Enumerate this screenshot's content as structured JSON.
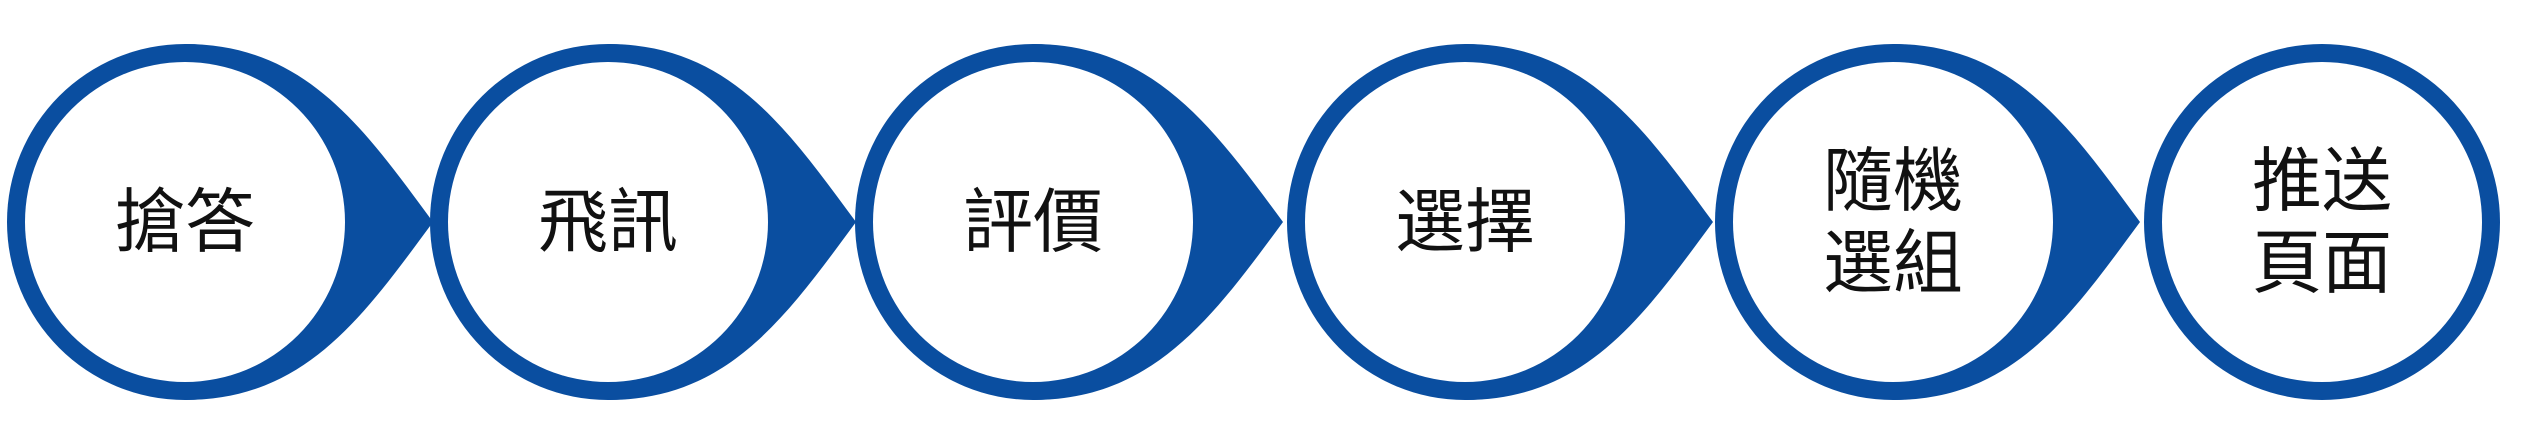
{
  "colors": {
    "accent": "#0a4ea0",
    "circle_fill": "#ffffff",
    "text": "#111111"
  },
  "steps": [
    {
      "lines": [
        "搶答"
      ]
    },
    {
      "lines": [
        "飛訊"
      ]
    },
    {
      "lines": [
        "評價"
      ]
    },
    {
      "lines": [
        "選擇"
      ]
    },
    {
      "lines": [
        "隨機",
        "選組"
      ]
    },
    {
      "lines": [
        "推送",
        "頁面"
      ]
    }
  ]
}
